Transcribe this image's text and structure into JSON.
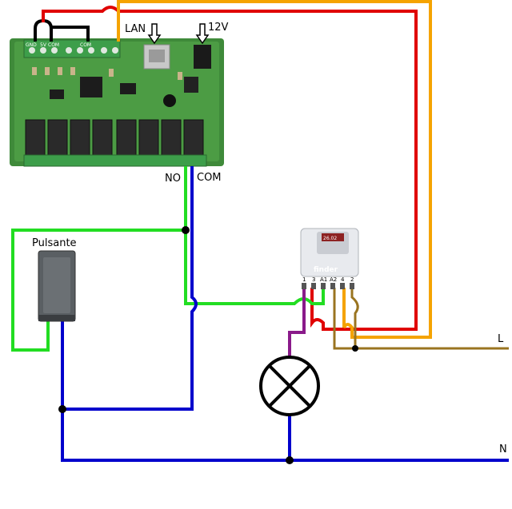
{
  "labels": {
    "lan": "LAN",
    "power": "12V",
    "no": "NO",
    "com": "COM",
    "pushbutton": "Pulsante",
    "line": "L",
    "neutral": "N"
  },
  "board": {
    "terminal_labels": [
      "GND",
      "5V",
      "COM",
      "COM"
    ]
  },
  "relay": {
    "model": "26.02",
    "brand": "finder",
    "pins": [
      "1",
      "3",
      "A1",
      "A2",
      "4",
      "2"
    ]
  },
  "wire_colors": {
    "red": "#e00000",
    "orange": "#f5a300",
    "green": "#22dd22",
    "blue": "#0000cc",
    "brown": "#9a7420",
    "purple": "#8a1a8a",
    "black": "#000000"
  }
}
